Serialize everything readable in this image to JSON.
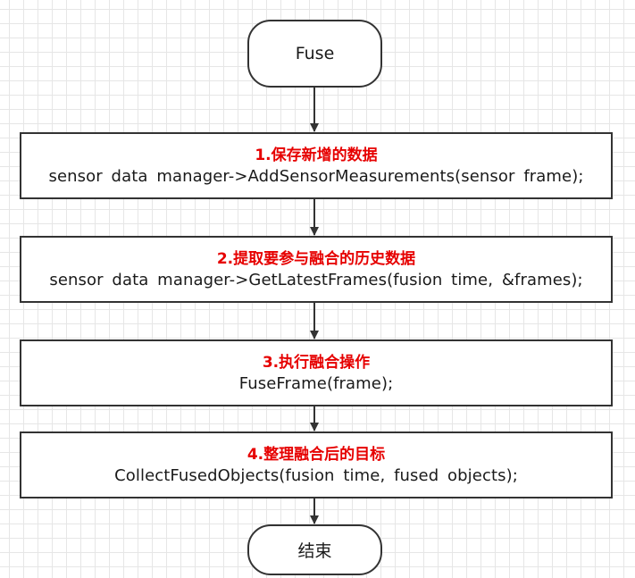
{
  "diagram": {
    "start": {
      "label": "Fuse"
    },
    "steps": [
      {
        "title": "1.保存新增的数据",
        "code": "sensor data manager->AddSensorMeasurements(sensor frame);"
      },
      {
        "title": "2.提取要参与融合的历史数据",
        "code": "sensor data manager->GetLatestFrames(fusion time, &frames);"
      },
      {
        "title": "3.执行融合操作",
        "code": "FuseFrame(frame);"
      },
      {
        "title": "4.整理融合后的目标",
        "code": "CollectFusedObjects(fusion time, fused objects);"
      }
    ],
    "end": {
      "label": "结束"
    },
    "colors": {
      "title": "#e60000",
      "border": "#333333",
      "grid": "#e6e6e6"
    }
  }
}
